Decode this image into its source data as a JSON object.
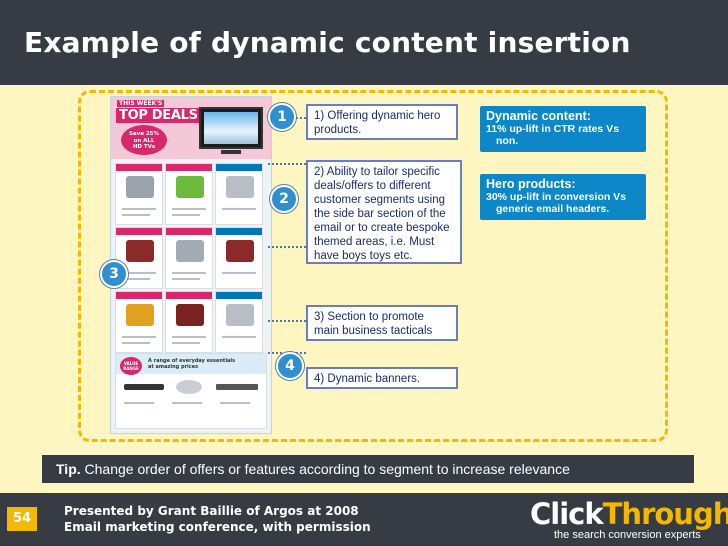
{
  "slide": {
    "title": "Example of dynamic content insertion",
    "page_number": "54"
  },
  "newsletter": {
    "this_week": "THIS WEEK'S",
    "top_deals": "TOP DEALS",
    "save_badge": [
      "Save 25%",
      "on ALL",
      "HD TVs"
    ],
    "value_badge": "VALUE RANGE",
    "banner_text": [
      "A range of everyday essentials",
      "at amazing prices"
    ]
  },
  "badges": [
    "1",
    "2",
    "3",
    "4"
  ],
  "callouts": [
    {
      "lines": [
        "1) Offering dynamic hero",
        "products."
      ]
    },
    {
      "lines": [
        "2) Ability to tailor specific",
        "deals/offers to different",
        "customer segments using",
        "the side bar section of the",
        "email or to create bespoke",
        "themed areas, i.e. Must",
        "have boys toys etc."
      ]
    },
    {
      "lines": [
        "3) Section to promote",
        "main business tacticals"
      ]
    },
    {
      "lines": [
        "4) Dynamic banners."
      ]
    }
  ],
  "info_boxes": [
    {
      "heading": "Dynamic content:",
      "lines": [
        "11% up-lift in CTR rates Vs",
        "non."
      ]
    },
    {
      "heading": "Hero products:",
      "lines": [
        "30% up-lift in conversion Vs",
        "generic email headers."
      ]
    }
  ],
  "tip": {
    "label": "Tip.",
    "text": " Change order of offers or features according to segment to increase relevance"
  },
  "footer": {
    "credit_line1": "Presented by Grant Baillie of Argos at 2008",
    "credit_line2": "Email marketing conference, with permission",
    "logo_click": "Click",
    "logo_through": "Through",
    "logo_tagline": "the search conversion experts"
  },
  "colors": {
    "title_bar": "#373c44",
    "content_bg": "#fdf6c0",
    "accent_yellow": "#f5b800",
    "info_blue": "#0d87c7",
    "badge_blue": "#2f8fd1",
    "deal_pink": "#d6286a"
  }
}
